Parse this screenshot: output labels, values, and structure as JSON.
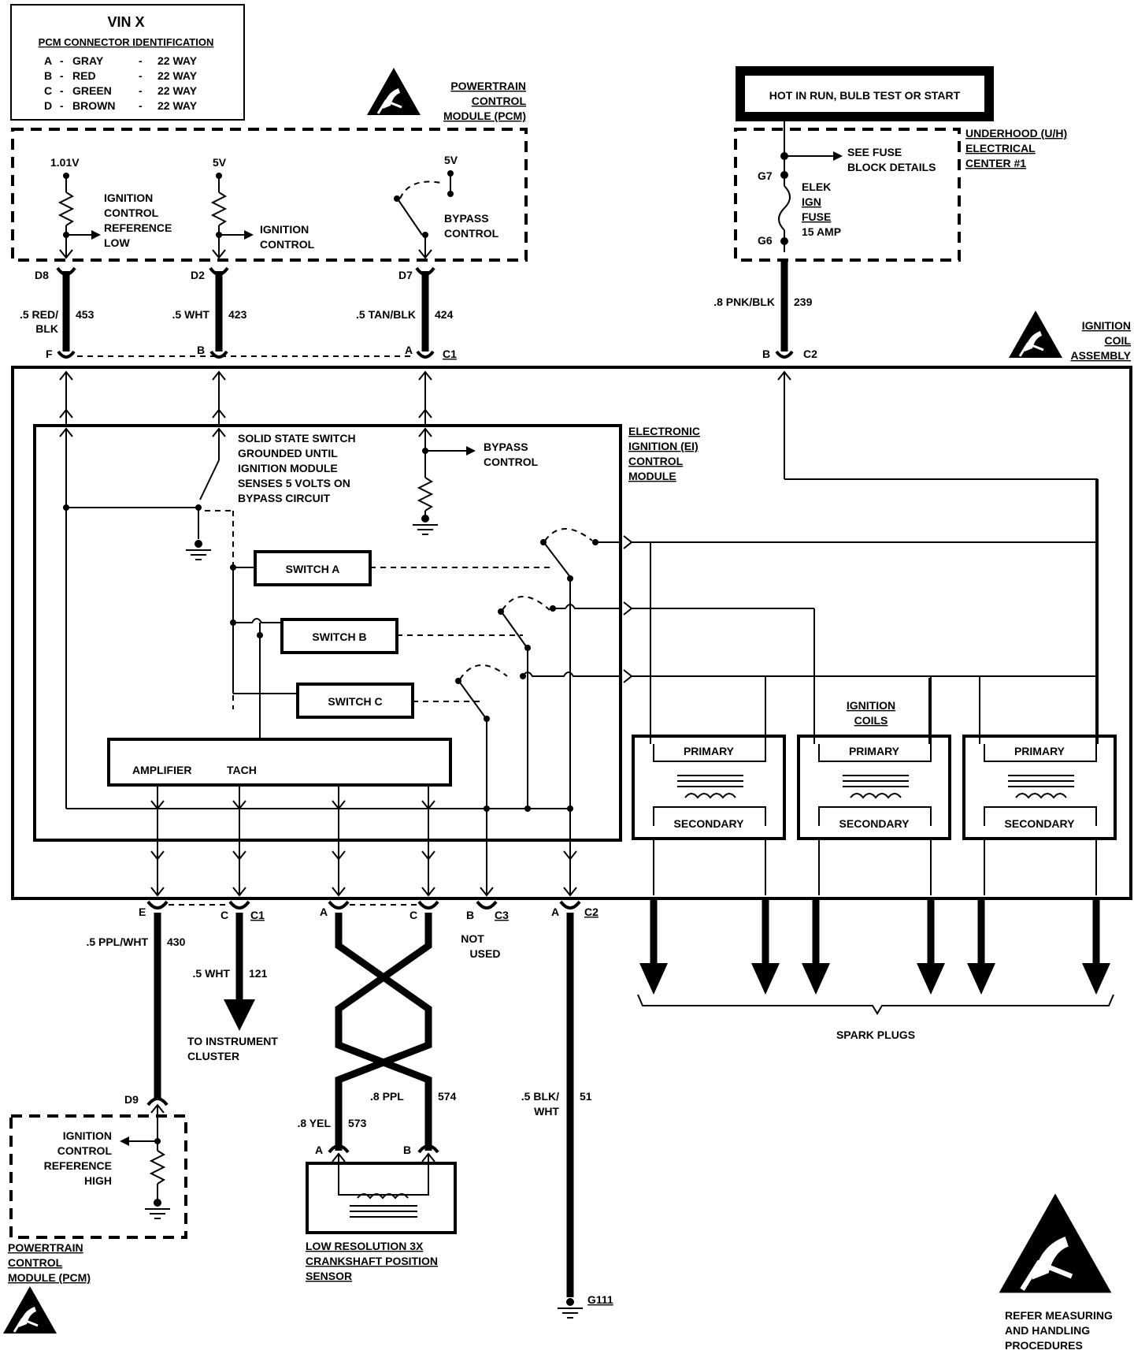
{
  "vin_table": {
    "title": "VIN X",
    "subtitle": "PCM CONNECTOR IDENTIFICATION",
    "rows": [
      {
        "letter": "A",
        "color": "GRAY",
        "ways": "22 WAY"
      },
      {
        "letter": "B",
        "color": "RED",
        "ways": "22 WAY"
      },
      {
        "letter": "C",
        "color": "GREEN",
        "ways": "22 WAY"
      },
      {
        "letter": "D",
        "color": "BROWN",
        "ways": "22 WAY"
      }
    ]
  },
  "pcm_top": {
    "label_lines": [
      "POWERTRAIN",
      "CONTROL",
      "MODULE (PCM)"
    ],
    "v1": "1.01V",
    "v2": "5V",
    "v3": "5V",
    "icr_low": [
      "IGNITION",
      "CONTROL",
      "REFERENCE",
      "LOW"
    ],
    "ign_ctrl": [
      "IGNITION",
      "CONTROL"
    ],
    "bypass": [
      "BYPASS",
      "CONTROL"
    ]
  },
  "pins_top": {
    "d8": "D8",
    "d2": "D2",
    "d7": "D7",
    "w1_size": ".5 RED/",
    "w1_color": "BLK",
    "w1_circuit": "453",
    "w2": ".5 WHT",
    "w2_circuit": "423",
    "w3": ".5 TAN/BLK",
    "w3_circuit": "424",
    "f": "F",
    "b": "B",
    "a": "A",
    "c1": "C1"
  },
  "hot_box": "HOT IN RUN, BULB TEST OR START",
  "underhood": {
    "label_lines": [
      "UNDERHOOD (U/H)",
      "ELECTRICAL",
      "CENTER #1"
    ],
    "see_fuse": [
      "SEE FUSE",
      "BLOCK DETAILS"
    ],
    "g7": "G7",
    "g6": "G6",
    "fuse": [
      "ELEK",
      "IGN",
      "FUSE",
      "15 AMP"
    ],
    "wire": ".8 PNK/BLK",
    "circuit": "239",
    "b": "B",
    "c2": "C2"
  },
  "coil_assembly": [
    "IGNITION",
    "COIL",
    "ASSEMBLY"
  ],
  "ei_module": {
    "label_lines": [
      "ELECTRONIC",
      "IGNITION (EI)",
      "CONTROL",
      "MODULE"
    ],
    "solid_state": [
      "SOLID STATE SWITCH",
      "GROUNDED UNTIL",
      "IGNITION MODULE",
      "SENSES 5 VOLTS ON",
      "BYPASS CIRCUIT"
    ],
    "bypass": [
      "BYPASS",
      "CONTROL"
    ],
    "switch_a": "SWITCH A",
    "switch_b": "SWITCH B",
    "switch_c": "SWITCH C",
    "amplifier": "AMPLIFIER",
    "tach": "TACH"
  },
  "coils": {
    "label_lines": [
      "IGNITION",
      "COILS"
    ],
    "primary": "PRIMARY",
    "secondary": "SECONDARY"
  },
  "bottom": {
    "e": "E",
    "c": "C",
    "c1": "C1",
    "a": "A",
    "c_": "C",
    "b": "B",
    "c3": "C3",
    "a2": "A",
    "c2": "C2",
    "w430": ".5 PPL/WHT",
    "c430": "430",
    "w121": ".5 WHT",
    "c121": "121",
    "to_cluster": [
      "TO INSTRUMENT",
      "CLUSTER"
    ],
    "not_used": [
      "NOT",
      "USED"
    ],
    "w574": ".8 PPL",
    "c574": "574",
    "w573": ".8 YEL",
    "c573": "573",
    "w51_a": ".5 BLK/",
    "w51_b": "WHT",
    "c51": "51",
    "d9": "D9",
    "sensor_a": "A",
    "sensor_b": "B",
    "g111": "G111",
    "spark_plugs": "SPARK PLUGS"
  },
  "pcm_bottom": {
    "icr_high": [
      "IGNITION",
      "CONTROL",
      "REFERENCE",
      "HIGH"
    ],
    "label_lines": [
      "POWERTRAIN",
      "CONTROL",
      "MODULE (PCM)"
    ]
  },
  "sensor": [
    "LOW RESOLUTION 3X",
    "CRANKSHAFT POSITION",
    "SENSOR"
  ],
  "esd_note": [
    "REFER MEASURING",
    "AND HANDLING",
    "PROCEDURES"
  ]
}
